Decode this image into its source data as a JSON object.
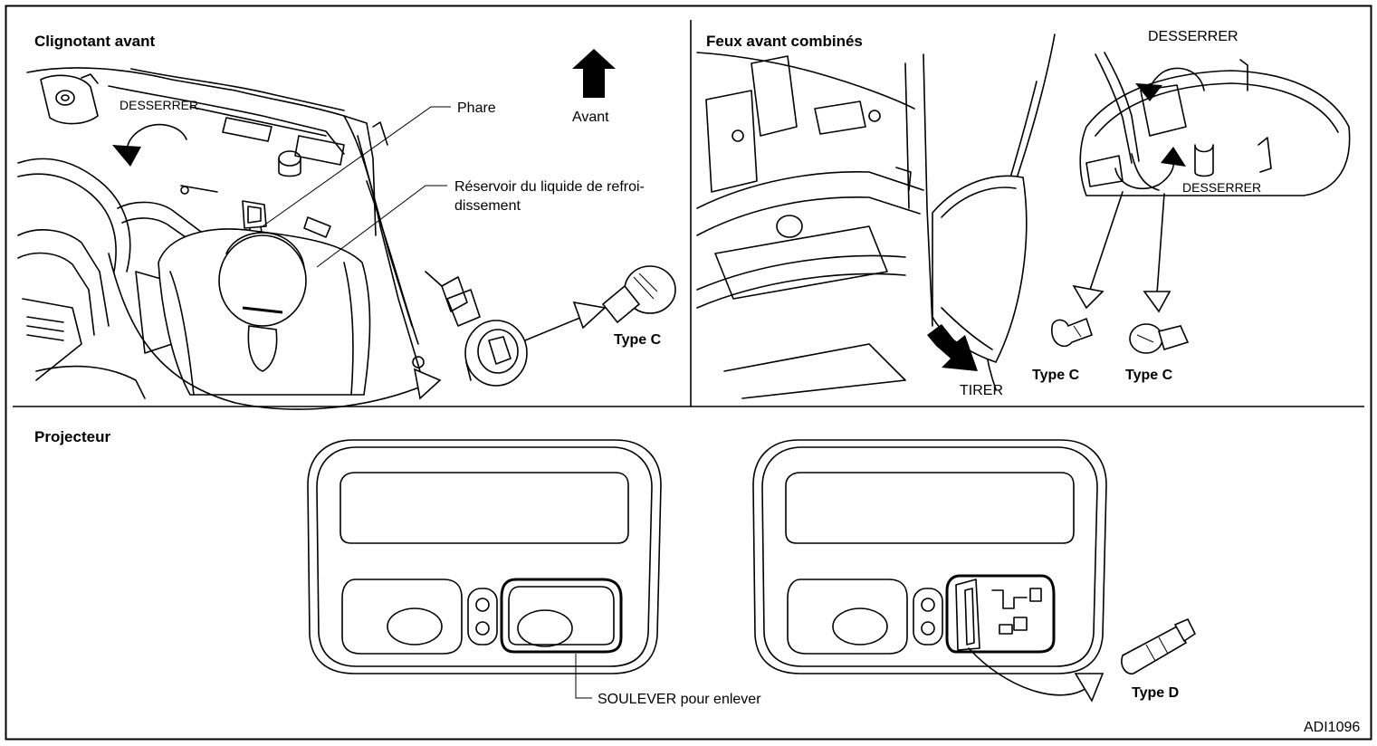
{
  "panels": {
    "front_turn": {
      "title": "Clignotant avant",
      "labels": {
        "loosen": "DESSERRER",
        "headlamp": "Phare",
        "forward": "Avant",
        "reservoir_line1": "Réservoir du liquide de refroi-",
        "reservoir_line2": "dissement",
        "bulb_type": "Type C"
      }
    },
    "combination": {
      "title": "Feux avant combinés",
      "labels": {
        "loosen_top": "DESSERRER",
        "loosen_mid": "DESSERRER",
        "pull": "TIRER",
        "bulb_type_1": "Type C",
        "bulb_type_2": "Type C"
      }
    },
    "spot": {
      "title": "Projecteur",
      "labels": {
        "lift": "SOULEVER pour enlever",
        "bulb_type": "Type D"
      }
    }
  },
  "figure_id": "ADI1096"
}
